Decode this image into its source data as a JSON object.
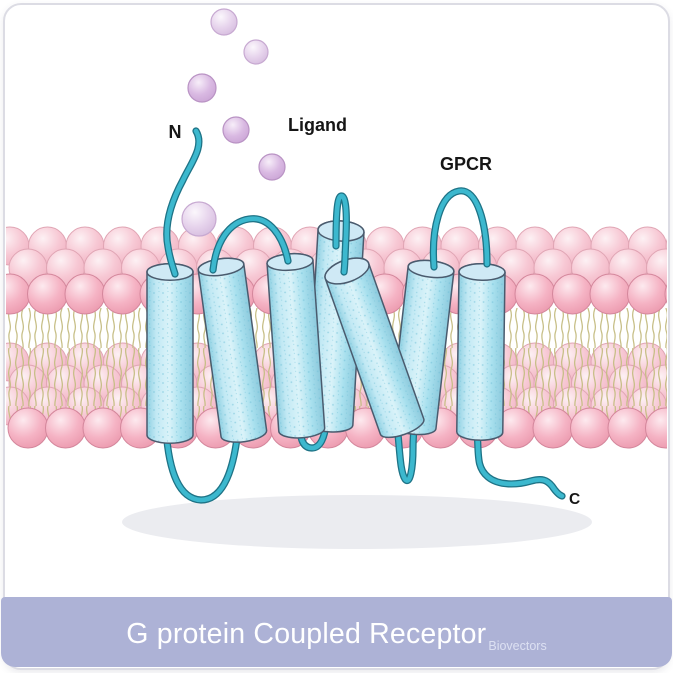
{
  "banner": {
    "title": "G protein Coupled Receptor",
    "credit": "Biovectors"
  },
  "labels": {
    "n_terminus": "N",
    "c_terminus": "C",
    "ligand": "Ligand",
    "receptor": "GPCR"
  },
  "diagram": {
    "helix_count": 7,
    "ligand_molecule_count": 6
  },
  "colors": {
    "card_border": "#dcdce4",
    "banner_bg": "#adb2d6",
    "banner_text": "#ffffff",
    "credit_text": "#dce0f2",
    "label_text": "#161616",
    "head_hi": "#fdf1f4",
    "head_main": "#f7c8d4",
    "head_rim": "#f0b0c0",
    "head_stroke": "#e0a5b4",
    "head_front_hi": "#fdeaef",
    "head_front_main": "#f5b3c4",
    "head_front_rim": "#ea96ab",
    "head_front_stroke": "#d4879c",
    "lipid_tail": "#c5bd83",
    "helix_edge": "#8fd0e2",
    "helix_light": "#c2e9f4",
    "helix_hi": "#daf3f9",
    "helix_mid": "#a8e0ee",
    "helix_edge2": "#8cc9dc",
    "helix_cap": "#cfe9f5",
    "helix_stroke": "#4a5b6e",
    "helix_speckle": "#6fbfd6",
    "loop_fill": "#3cb8ce",
    "loop_stroke": "#1e7386",
    "ligand_hi": "#f7eef9",
    "ligand_main": "#d9b9e2",
    "ligand_rim": "#c9a3d4",
    "ligand_stroke": "#b993c4",
    "ligand_light_hi": "#fbf7fc",
    "ligand_light_main": "#e6d3ec",
    "ligand_light_rim": "#d4badd",
    "ligand_light_stroke": "#c7a9d1",
    "shadow": "#ebecf0"
  }
}
